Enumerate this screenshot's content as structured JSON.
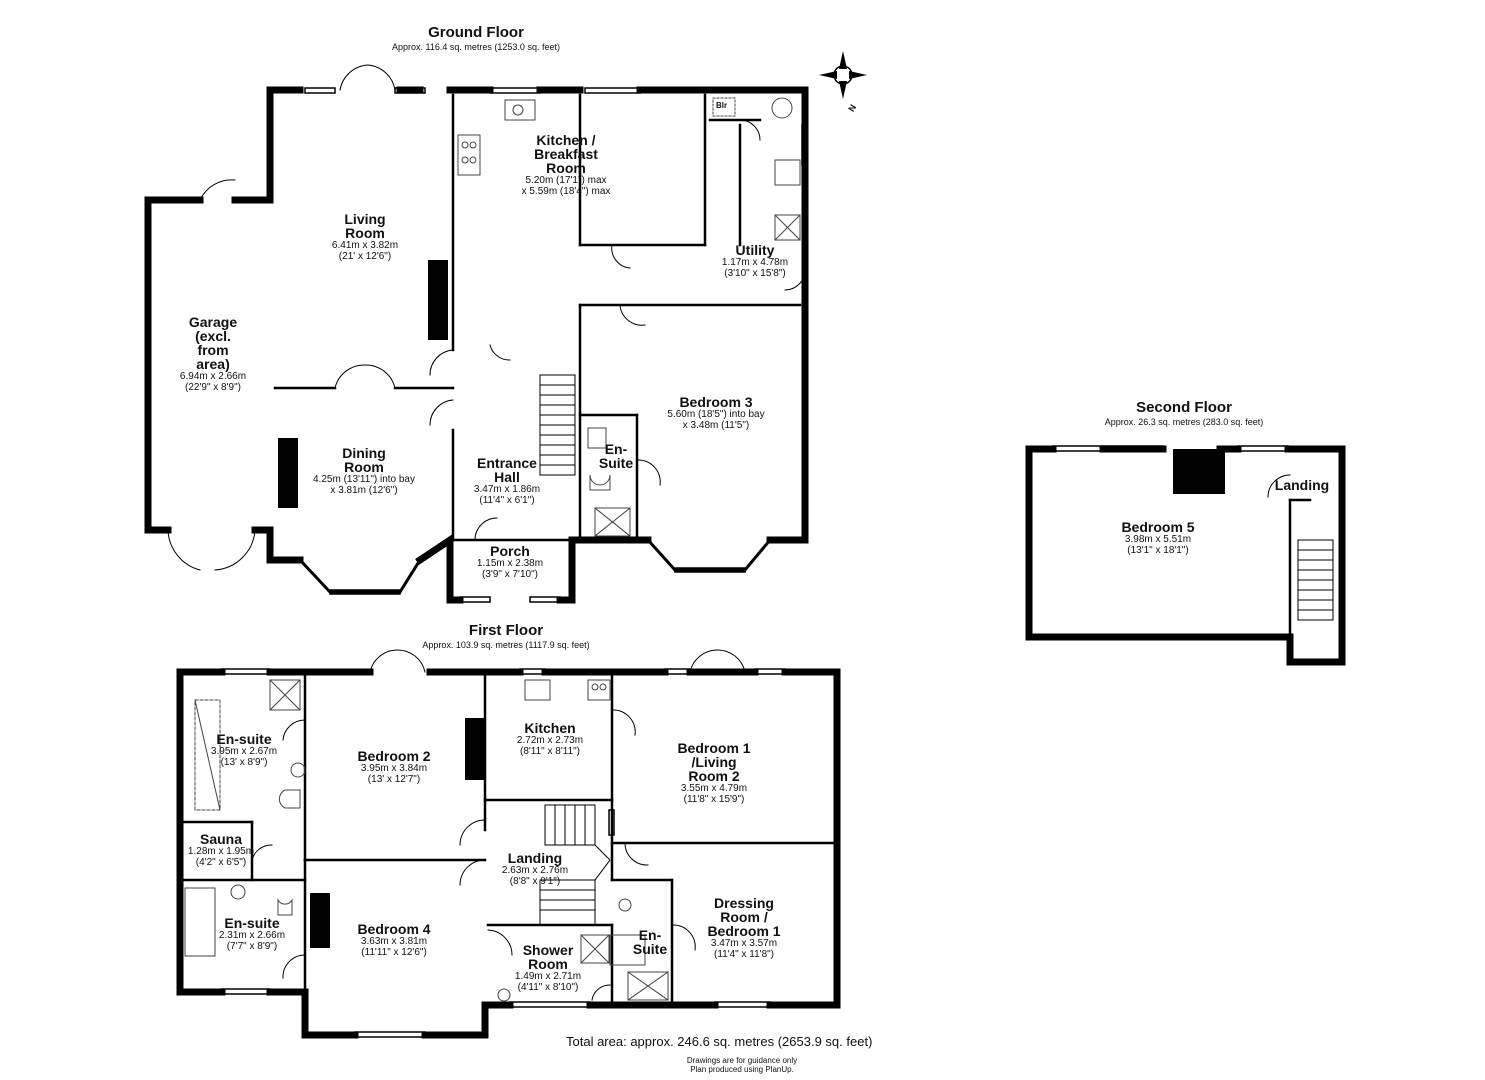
{
  "floors": {
    "ground": {
      "title": "Ground Floor",
      "area": "Approx. 116.4 sq. metres (1253.0 sq. feet)",
      "rooms": {
        "kitchen": {
          "name": "Kitchen /\nBreakfast\nRoom",
          "dim1": "5.20m (17'1\") max",
          "dim2": "x 5.59m (18'4\") max"
        },
        "living": {
          "name": "Living\nRoom",
          "dim1": "6.41m x 3.82m",
          "dim2": "(21' x 12'6\")"
        },
        "utility": {
          "name": "Utility",
          "dim1": "1.17m x 4.78m",
          "dim2": "(3'10\" x 15'8\")"
        },
        "garage": {
          "name": "Garage\n(excl.\nfrom\narea)",
          "dim1": "6.94m x 2.66m",
          "dim2": "(22'9\" x 8'9\")"
        },
        "bedroom3": {
          "name": "Bedroom 3",
          "dim1": "5.60m (18'5\") into bay",
          "dim2": "x 3.48m (11'5\")"
        },
        "dining": {
          "name": "Dining\nRoom",
          "dim1": "4.25m (13'11\") into bay",
          "dim2": "x 3.81m (12'6\")"
        },
        "hall": {
          "name": "Entrance\nHall",
          "dim1": "3.47m x 1.86m",
          "dim2": "(11'4\" x 6'1\")"
        },
        "ensuite": {
          "name": "En-\nSuite",
          "dim1": "",
          "dim2": ""
        },
        "porch": {
          "name": "Porch",
          "dim1": "1.15m x 2.38m",
          "dim2": "(3'9\" x 7'10\")"
        }
      },
      "boiler_label": "Blr"
    },
    "first": {
      "title": "First Floor",
      "area": "Approx. 103.9 sq. metres (1117.9 sq. feet)",
      "rooms": {
        "ensuite_a": {
          "name": "En-suite",
          "dim1": "3.95m x 2.67m",
          "dim2": "(13' x 8'9\")"
        },
        "bedroom2": {
          "name": "Bedroom 2",
          "dim1": "3.95m x 3.84m",
          "dim2": "(13' x 12'7\")"
        },
        "kitchen": {
          "name": "Kitchen",
          "dim1": "2.72m x 2.73m",
          "dim2": "(8'11\" x 8'11\")"
        },
        "bedroom1": {
          "name": "Bedroom 1\n/Living\nRoom 2",
          "dim1": "3.55m x 4.79m",
          "dim2": "(11'8\" x 15'9\")"
        },
        "sauna": {
          "name": "Sauna",
          "dim1": "1.28m x 1.95m",
          "dim2": "(4'2\" x 6'5\")"
        },
        "landing": {
          "name": "Landing",
          "dim1": "2.63m x 2.76m",
          "dim2": "(8'8\" x 9'1\")"
        },
        "ensuite_b": {
          "name": "En-suite",
          "dim1": "2.31m x 2.66m",
          "dim2": "(7'7\" x 8'9\")"
        },
        "bedroom4": {
          "name": "Bedroom 4",
          "dim1": "3.63m x 3.81m",
          "dim2": "(11'11\" x 12'6\")"
        },
        "dressing": {
          "name": "Dressing\nRoom /\nBedroom 1",
          "dim1": "3.47m x 3.57m",
          "dim2": "(11'4\" x 11'8\")"
        },
        "ensuite_c": {
          "name": "En-\nSuite",
          "dim1": "",
          "dim2": ""
        },
        "shower": {
          "name": "Shower\nRoom",
          "dim1": "1.49m x 2.71m",
          "dim2": "(4'11\" x 8'10\")"
        }
      }
    },
    "second": {
      "title": "Second Floor",
      "area": "Approx. 26.3 sq. metres (283.0 sq. feet)",
      "rooms": {
        "bedroom5": {
          "name": "Bedroom 5",
          "dim1": "3.98m x 5.51m",
          "dim2": "(13'1\" x 18'1\")"
        },
        "landing": {
          "name": "Landing",
          "dim1": "",
          "dim2": ""
        }
      }
    }
  },
  "compass_label": "N",
  "total_area": "Total area: approx. 246.6 sq. metres (2653.9 sq. feet)",
  "disclaimer": {
    "line1": "Drawings are for guidance only",
    "line2": "Plan produced using PlanUp."
  },
  "colors": {
    "wall": "#000000",
    "background": "#ffffff",
    "fixture": "#888888"
  }
}
